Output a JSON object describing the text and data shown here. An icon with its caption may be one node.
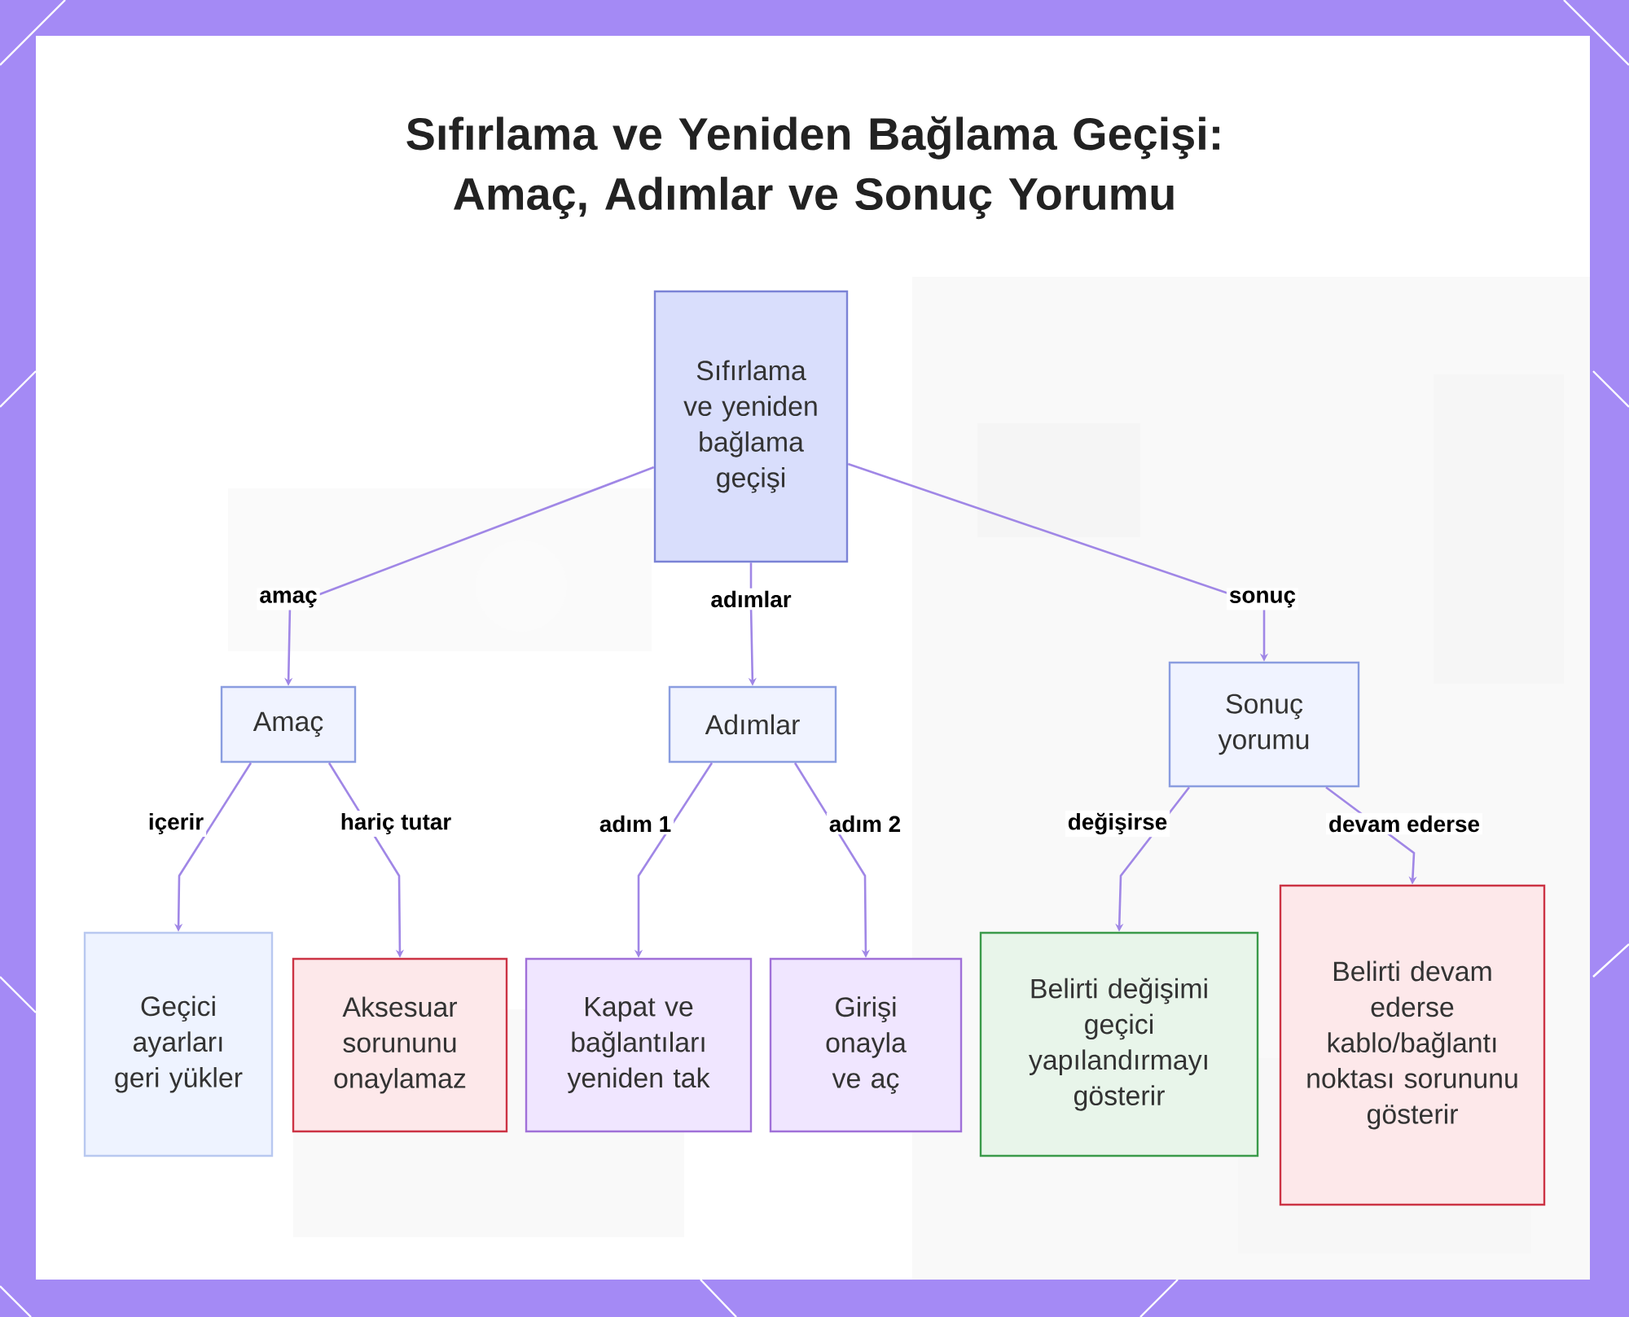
{
  "diagram": {
    "title": "Sıfırlama ve Yeniden Bağlama Geçişi: Amaç, Adımlar ve Sonuç Yorumu",
    "nodes": [
      {
        "text": [
          "Sıfırlama ve yeniden bağlama geçişi"
        ]
      },
      {
        "text": [
          "Amaç"
        ]
      },
      {
        "text": [
          "Adımlar"
        ]
      },
      {
        "text": [
          "Sonuç yorumu"
        ]
      },
      {
        "text": [
          "Geçici ayarları geri yükler"
        ]
      },
      {
        "text": [
          "Aksesuar sorununu onaylamaz"
        ]
      },
      {
        "text": [
          "Kapat ve bağlantıları yeniden tak"
        ]
      },
      {
        "text": [
          "Girişi onayla ve aç"
        ]
      },
      {
        "text": [
          "Belirti değişimi geçici yapılandırmayı gösterir"
        ]
      },
      {
        "text": [
          "Belirti devam ederse kablo/bağlantı noktası sorununu gösterir"
        ]
      }
    ],
    "edges": [
      {
        "from": 0,
        "to": 1,
        "arrow": "to",
        "label": "amaç"
      },
      {
        "from": 0,
        "to": 2,
        "arrow": "to",
        "label": "adımlar"
      },
      {
        "from": 0,
        "to": 3,
        "arrow": "to",
        "label": "sonuç"
      },
      {
        "from": 1,
        "to": 4,
        "arrow": "to",
        "label": "içerir"
      },
      {
        "from": 1,
        "to": 5,
        "arrow": "to",
        "label": "hariç tutar"
      },
      {
        "from": 2,
        "to": 6,
        "arrow": "to",
        "label": "adım 1"
      },
      {
        "from": 2,
        "to": 7,
        "arrow": "to",
        "label": "adım 2"
      },
      {
        "from": 3,
        "to": 8,
        "arrow": "to",
        "label": "değişirse"
      },
      {
        "from": 3,
        "to": 9,
        "arrow": "to",
        "label": "devam ederse"
      }
    ]
  }
}
